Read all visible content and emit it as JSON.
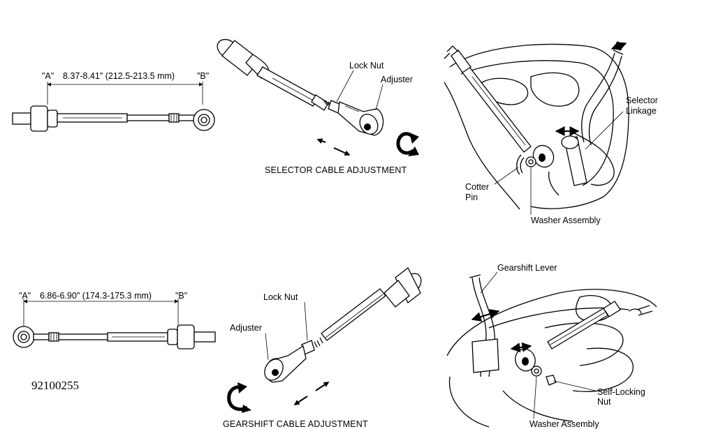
{
  "figure_code": "92100255",
  "selector": {
    "caption": "SELECTOR CABLE ADJUSTMENT",
    "rod_end_a": "\"A\"",
    "rod_end_b": "\"B\"",
    "dimension": "8.37-8.41\" (212.5-213.5 mm)",
    "lock_nut": "Lock Nut",
    "adjuster": "Adjuster",
    "selector_linkage_1": "Selector",
    "selector_linkage_2": "Linkage",
    "cotter_pin_1": "Cotter",
    "cotter_pin_2": "Pin",
    "washer_assembly": "Washer Assembly"
  },
  "gearshift": {
    "caption": "GEARSHIFT CABLE ADJUSTMENT",
    "rod_end_a": "\"A\"",
    "rod_end_b": "\"B\"",
    "dimension": "6.86-6.90\" (174.3-175.3 mm)",
    "lock_nut": "Lock Nut",
    "adjuster": "Adjuster",
    "gearshift_lever": "Gearshift Lever",
    "self_locking_nut_1": "Self-Locking",
    "self_locking_nut_2": "Nut",
    "washer_assembly": "Washer Assembly"
  }
}
